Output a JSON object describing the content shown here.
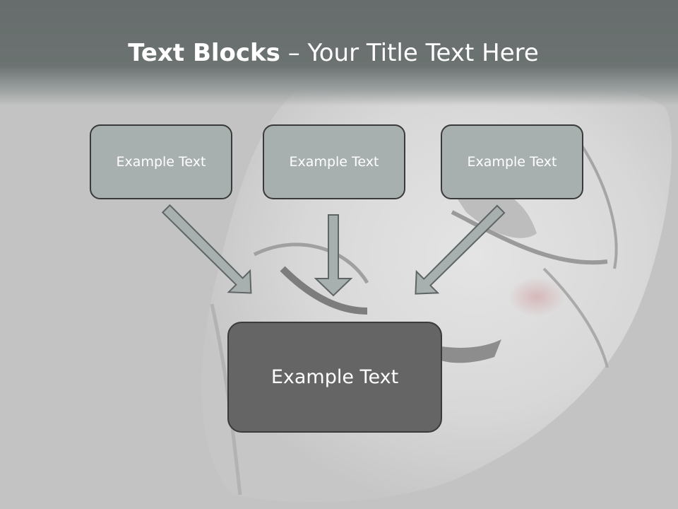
{
  "title": {
    "bold": "Text Blocks",
    "rest": " – Your Title Text Here"
  },
  "boxes": {
    "top": [
      "Example Text",
      "Example Text",
      "Example Text"
    ],
    "bottom": "Example Text"
  },
  "colors": {
    "title_bar": "#6b7271",
    "small_box_fill": "#a8b0af",
    "big_box_fill": "#656565",
    "box_border": "#3a3a3a",
    "arrow_fill": "#a8b0af",
    "arrow_stroke": "#5f6565",
    "background": "#c3c3c3"
  }
}
